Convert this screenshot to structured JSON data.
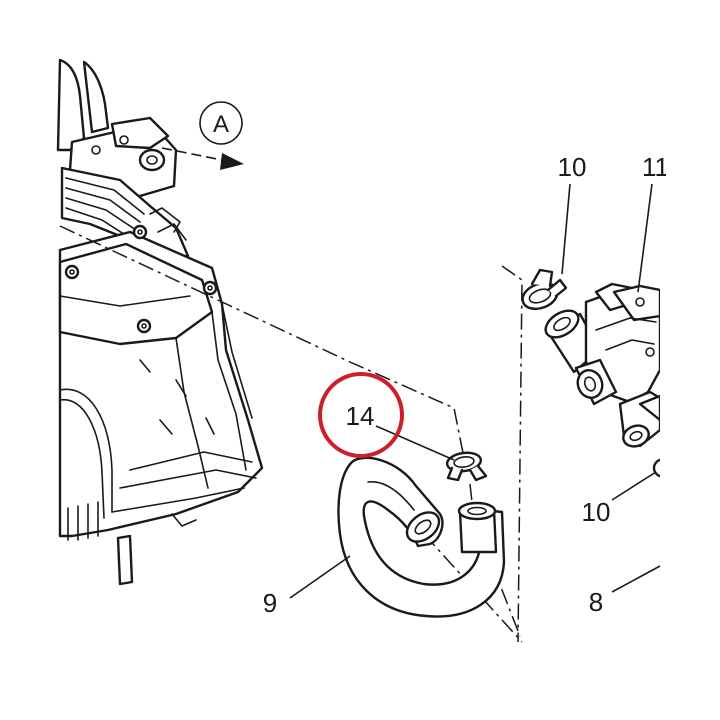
{
  "callouts": {
    "A": "A",
    "c8": "8",
    "c9": "9",
    "c10_top": "10",
    "c10_bottom": "10",
    "c11_partial": "11",
    "c14": "14"
  },
  "highlight": {
    "target": "14",
    "color": "#cc1f2a"
  },
  "colors": {
    "line": "#1a1a1a",
    "background": "#ffffff"
  }
}
